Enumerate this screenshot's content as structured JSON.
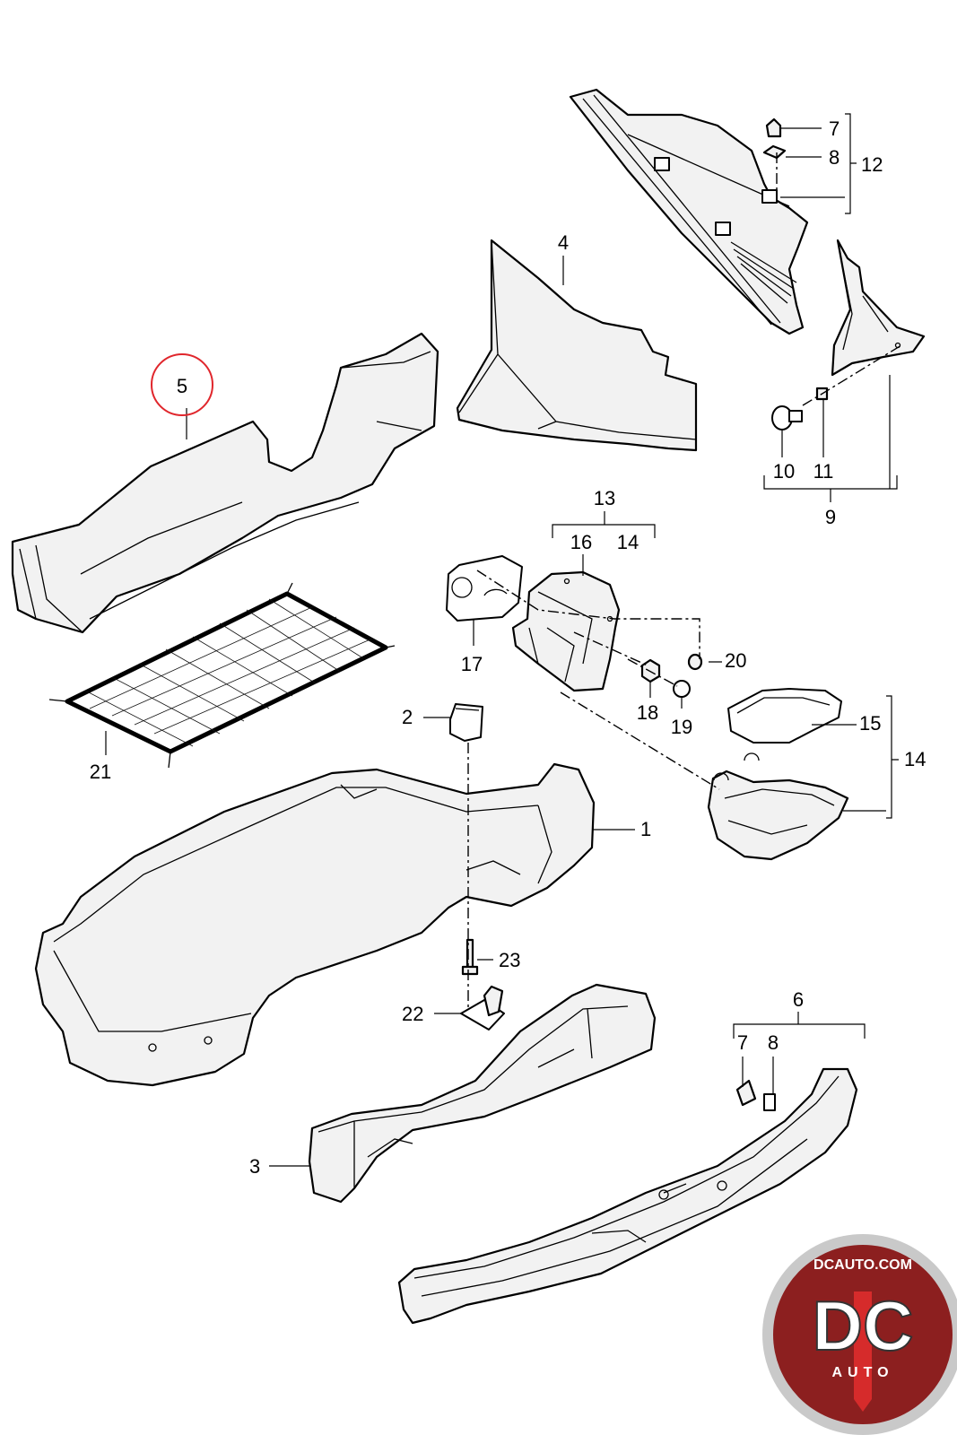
{
  "callouts": {
    "c1": "1",
    "c2": "2",
    "c3": "3",
    "c4": "4",
    "c5": "5",
    "c6": "6",
    "c7a": "7",
    "c7b": "7",
    "c8a": "8",
    "c8b": "8",
    "c9": "9",
    "c10": "10",
    "c11": "11",
    "c12": "12",
    "c13": "13",
    "c14a": "14",
    "c14b": "14",
    "c15": "15",
    "c16": "16",
    "c17": "17",
    "c18": "18",
    "c19": "19",
    "c20": "20",
    "c21": "21",
    "c22": "22",
    "c23": "23"
  },
  "highlighted_callout": "5",
  "highlight_color": "#e0262c",
  "logo": {
    "site": "DCAUTO.COM",
    "letters": "DC",
    "subtitle": "AUTO",
    "ring_color": "#c9c9c9",
    "inner_color": "#8c1f1f",
    "stripe_color": "#d62b2b"
  }
}
